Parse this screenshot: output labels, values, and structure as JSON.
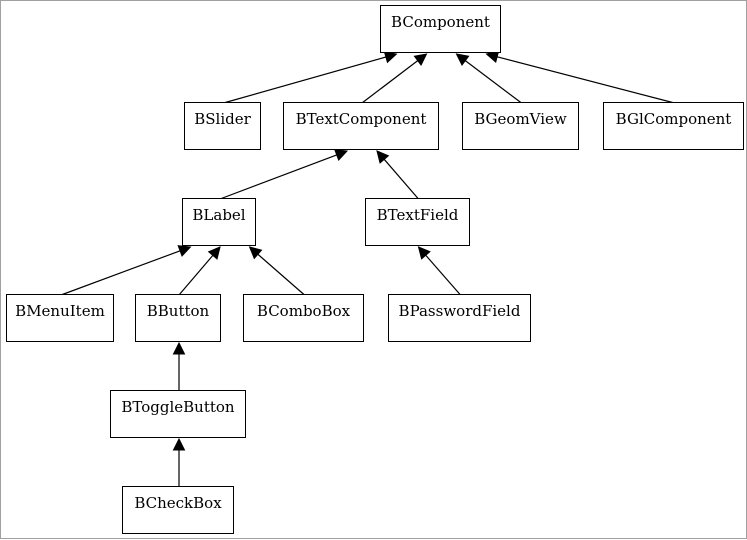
{
  "diagram": {
    "type": "class-inheritance-tree",
    "colors": {
      "line": "#000000",
      "node_border": "#000000",
      "background": "#ffffff",
      "frame": "#a0a0a0"
    },
    "nodes": {
      "BComponent": "BComponent",
      "BSlider": "BSlider",
      "BTextComponent": "BTextComponent",
      "BGeomView": "BGeomView",
      "BGlComponent": "BGlComponent",
      "BLabel": "BLabel",
      "BTextField": "BTextField",
      "BMenuItem": "BMenuItem",
      "BButton": "BButton",
      "BComboBox": "BComboBox",
      "BPasswordField": "BPasswordField",
      "BToggleButton": "BToggleButton",
      "BCheckBox": "BCheckBox"
    },
    "edges": [
      {
        "from": "BSlider",
        "to": "BComponent"
      },
      {
        "from": "BTextComponent",
        "to": "BComponent"
      },
      {
        "from": "BGeomView",
        "to": "BComponent"
      },
      {
        "from": "BGlComponent",
        "to": "BComponent"
      },
      {
        "from": "BLabel",
        "to": "BTextComponent"
      },
      {
        "from": "BTextField",
        "to": "BTextComponent"
      },
      {
        "from": "BMenuItem",
        "to": "BLabel"
      },
      {
        "from": "BButton",
        "to": "BLabel"
      },
      {
        "from": "BComboBox",
        "to": "BLabel"
      },
      {
        "from": "BPasswordField",
        "to": "BTextField"
      },
      {
        "from": "BToggleButton",
        "to": "BButton"
      },
      {
        "from": "BCheckBox",
        "to": "BToggleButton"
      }
    ]
  }
}
